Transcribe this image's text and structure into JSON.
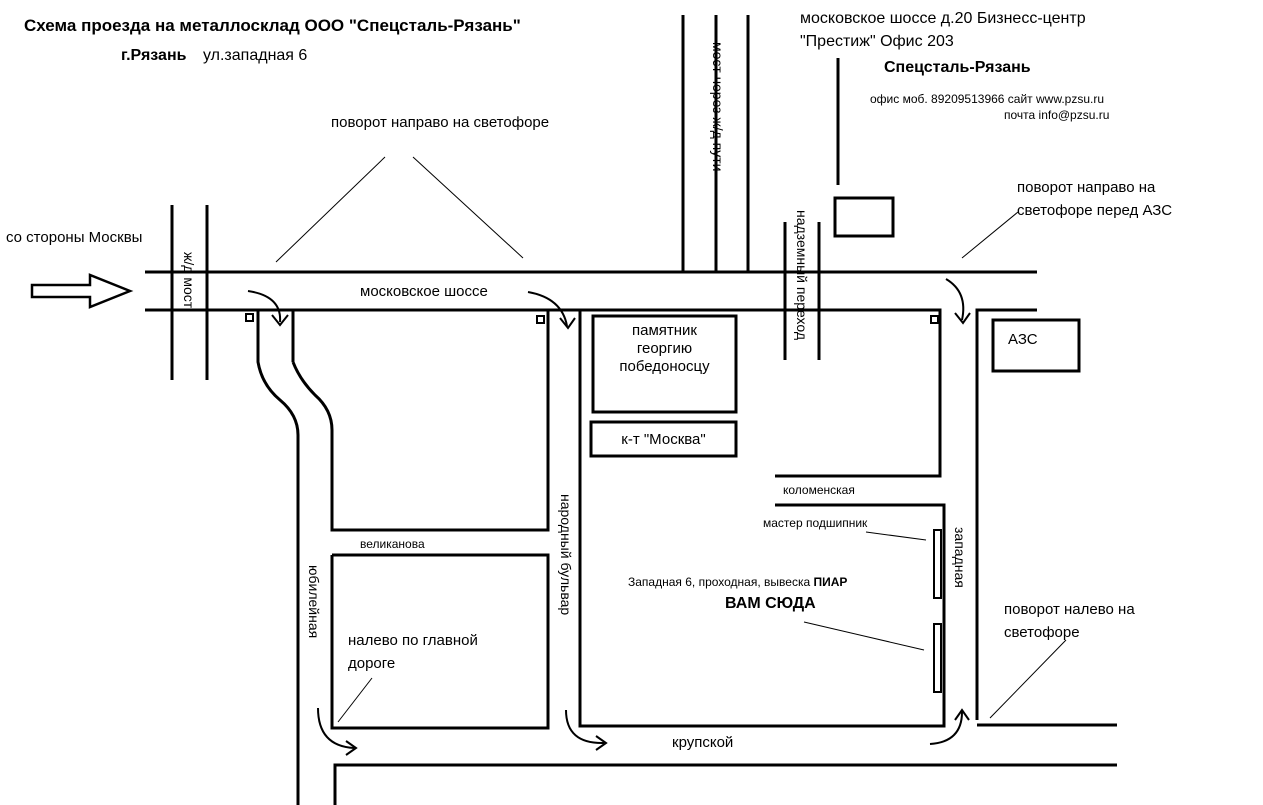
{
  "header": {
    "title": "Схема проезда на металлосклад ООО \"Спецсталь-Рязань\"",
    "city": "г.Рязань",
    "address": "ул.западная 6"
  },
  "office": {
    "line1": "московское шоссе д.20 Бизнесс-центр",
    "line2": "\"Престиж\" Офис 203",
    "company": "Спецсталь-Рязань",
    "contacts_line1": "офис моб. 89209513966  сайт www.pzsu.ru",
    "contacts_line2": "почта  info@pzsu.ru"
  },
  "notes": {
    "turn_right_light": "поворот направо на светофоре",
    "turn_right_gas_line1": "поворот направо на",
    "turn_right_gas_line2": "светофоре перед АЗС",
    "turn_left_line1": "поворот налево на",
    "turn_left_line2": "светофоре",
    "main_road_line1": "налево по главной",
    "main_road_line2": "дороге",
    "from_moscow": "со стороны Москвы"
  },
  "streets": {
    "moskovskoe": "московское шоссе",
    "velikanova": "великанова",
    "yubileynaya": "юбилейная",
    "narodny": "народный бульвар",
    "kolomenskaya": "коломенская",
    "zapadnaya": "западная",
    "krupskoy": "крупской",
    "rail_bridge": "ж/д мост",
    "bridge_over_rail": "мост через ж/д пути",
    "overpass": "надземный переход"
  },
  "landmarks": {
    "monument_line1": "памятник",
    "monument_line2": "георгию",
    "monument_line3": "победоносцу",
    "cinema": "к-т \"Москва\"",
    "gas_station": "АЗС",
    "bearing_shop": "мастер подшипник",
    "entrance_note": "Западная 6, проходная, вывеска",
    "entrance_sign": "ПИАР",
    "destination": "ВАМ СЮДА"
  }
}
